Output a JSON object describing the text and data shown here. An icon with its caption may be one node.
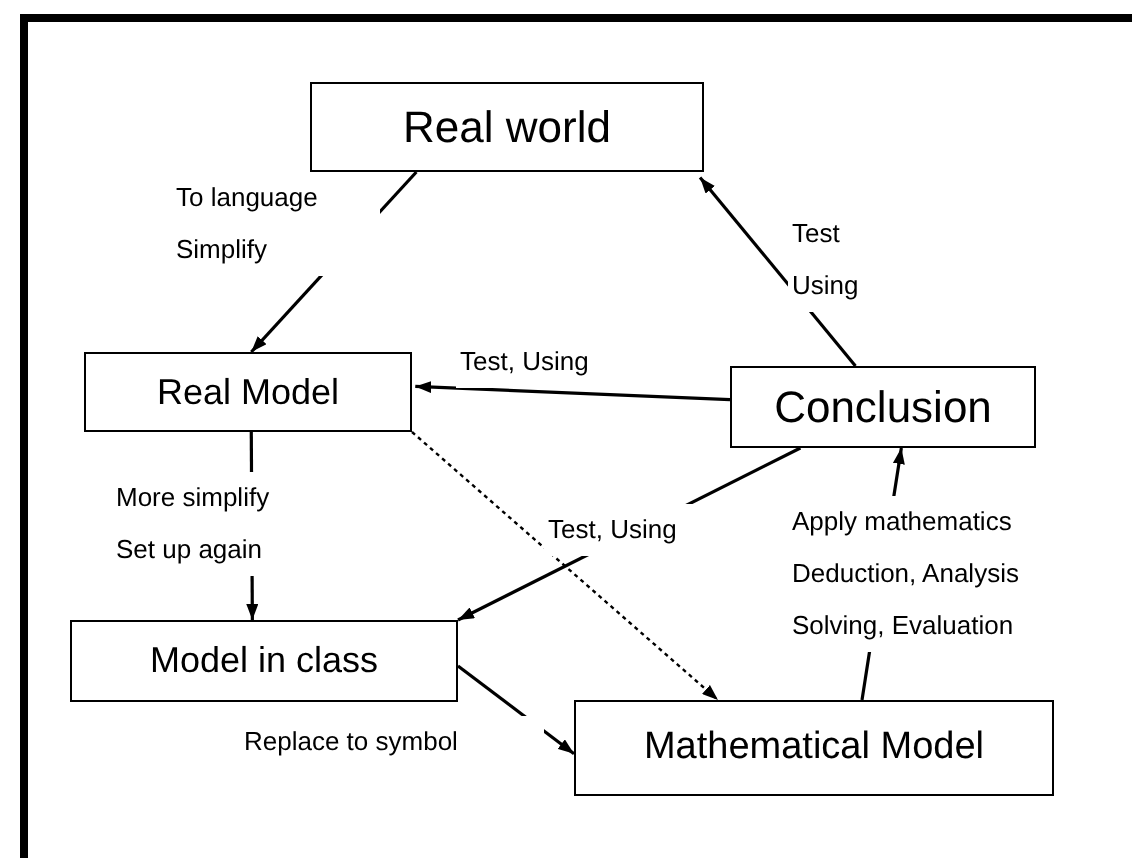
{
  "diagram": {
    "nodes": [
      {
        "text": [
          "Real world"
        ]
      },
      {
        "text": [
          "Real Model"
        ]
      },
      {
        "text": [
          "Conclusion"
        ]
      },
      {
        "text": [
          "Model in class"
        ]
      },
      {
        "text": [
          "Mathematical Model"
        ]
      }
    ],
    "edges": [
      {
        "from": 0,
        "to": 1,
        "arrow": "to",
        "label": "To language Simplify"
      },
      {
        "from": 2,
        "to": 0,
        "arrow": "to",
        "label": "Test Using"
      },
      {
        "from": 2,
        "to": 1,
        "arrow": "to",
        "label": "Test, Using"
      },
      {
        "from": 1,
        "to": 3,
        "arrow": "to",
        "label": "More simplify Set up again"
      },
      {
        "from": 1,
        "to": 4,
        "arrow": "to",
        "style": "dashed"
      },
      {
        "from": 2,
        "to": 3,
        "arrow": "to",
        "label": "Test, Using"
      },
      {
        "from": 3,
        "to": 4,
        "arrow": "to",
        "label": "Replace to symbol"
      },
      {
        "from": 4,
        "to": 2,
        "arrow": "to",
        "label": "Apply mathematics Deduction, Analysis Solving, Evaluation"
      }
    ]
  }
}
